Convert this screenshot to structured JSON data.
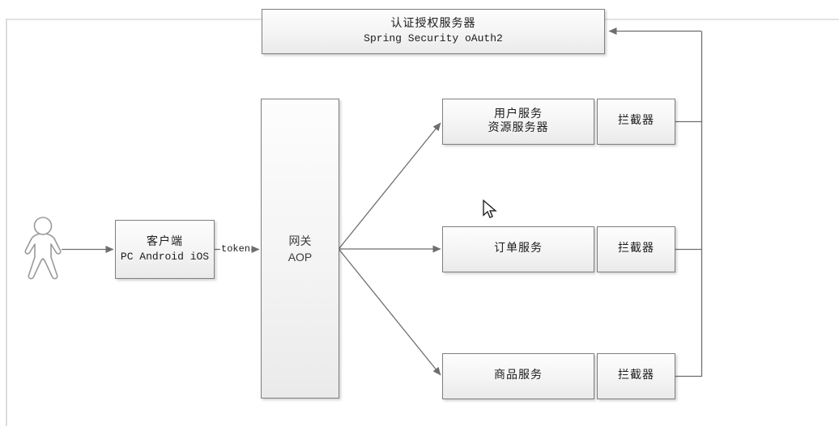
{
  "auth_server": {
    "line1": "认证授权服务器",
    "line2": "Spring Security oAuth2"
  },
  "client": {
    "line1": "客户端",
    "line2": "PC Android iOS"
  },
  "gateway": {
    "line1": "网关",
    "line2": "AOP"
  },
  "token_label": "token",
  "services": [
    {
      "line1": "用户服务",
      "line2": "资源服务器",
      "interceptor": "拦截器"
    },
    {
      "line1": "订单服务",
      "line2": "",
      "interceptor": "拦截器"
    },
    {
      "line1": "商品服务",
      "line2": "",
      "interceptor": "拦截器"
    }
  ],
  "icons": {
    "actor": "person-icon",
    "cursor": "mouse-cursor-icon"
  },
  "colors": {
    "connector": "#6e6e6e",
    "box_border": "#7e7e7e",
    "box_fill_top": "#fdfdfd",
    "box_fill_bottom": "#eaeaea",
    "frame": "#dcdcdc",
    "text": "#1c1c1c"
  }
}
